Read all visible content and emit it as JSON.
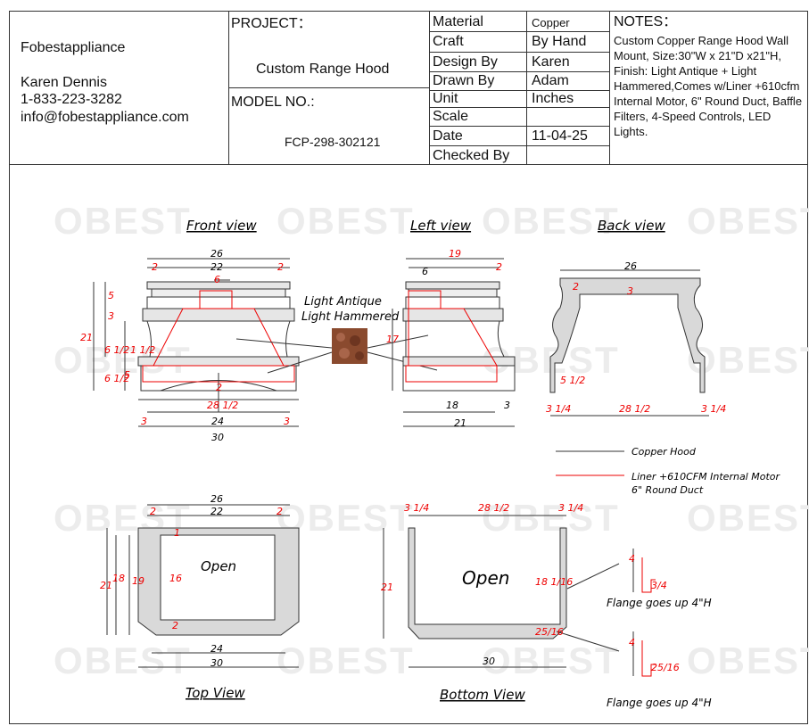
{
  "company": {
    "name": "Fobestappliance",
    "contact_person": "Karen Dennis",
    "phone": "1-833-223-3282",
    "email": "info@fobestappliance.com"
  },
  "project": {
    "label": "PROJECT：",
    "value": "Custom Range Hood",
    "model_label": "MODEL NO.:",
    "model_value": "FCP-298-302121"
  },
  "meta": [
    {
      "label": "Material",
      "value": "Copper"
    },
    {
      "label": "Craft",
      "value": "By Hand"
    },
    {
      "label": "Design By",
      "value": "Karen"
    },
    {
      "label": "Drawn By",
      "value": "Adam"
    },
    {
      "label": "Unit",
      "value": "Inches"
    },
    {
      "label": "Scale",
      "value": ""
    },
    {
      "label": "Date",
      "value": "11-04-25"
    },
    {
      "label": "Checked By",
      "value": ""
    }
  ],
  "notes": {
    "title": "NOTES：",
    "text": "Custom Copper Range Hood Wall Mount, Size:30\"W x 21\"D x21\"H, Finish: Light Antique + Light Hammered,Comes w/Liner +610cfm Internal Motor, 6\" Round Duct, Baffle Filters, 4-Speed Controls, LED Lights."
  },
  "views": {
    "front": "Front view",
    "left": "Left view",
    "back": "Back view",
    "top": "Top View",
    "bottom": "Bottom View"
  },
  "finish_label_1": "Light Antique",
  "finish_label_2": "Light Hammered",
  "legend": {
    "copper": "Copper Hood",
    "liner_1": "Liner +610CFM Internal Motor",
    "liner_2": "6\" Round Duct"
  },
  "open_label": "Open",
  "flange_label": "Flange goes up 4\"H",
  "watermark": "OBEST",
  "colors": {
    "line": "#333333",
    "liner": "#e00000",
    "fill": "#d9d9d9",
    "copper": "#8a4a2e"
  },
  "dims": {
    "front": {
      "top": "26",
      "a": "2",
      "b": "22",
      "c": "2",
      "d": "6",
      "h1": "5",
      "h2": "3",
      "h": "21",
      "h3": "6 1/2",
      "h4": "6 1/2",
      "h5": "5",
      "h6": "1 1/2",
      "hm": "2",
      "w1": "28 1/2",
      "w2": "3",
      "w3": "24",
      "w4": "3",
      "w": "30"
    },
    "left": {
      "top": "19",
      "d": "6",
      "e": "2",
      "h": "17",
      "w1": "18",
      "w2": "3",
      "w": "21"
    },
    "back": {
      "top": "26",
      "a": "2",
      "b": "3",
      "c": "5 1/2",
      "l": "3 1/4",
      "m": "28 1/2",
      "r": "3 1/4"
    },
    "topv": {
      "top": "26",
      "a": "2",
      "b": "22",
      "c": "2",
      "h": "21",
      "h18": "18",
      "h19": "19",
      "h16": "16",
      "t1": "1",
      "b2": "2",
      "w1": "24",
      "w": "30"
    },
    "bottomv": {
      "l": "3 1/4",
      "m": "28 1/2",
      "r": "3 1/4",
      "h": "21",
      "h2": "18 1/16",
      "t": "25/16",
      "w": "30"
    },
    "flange": {
      "a": "4",
      "b": "3/4",
      "c": "4",
      "d": "25/16"
    }
  }
}
